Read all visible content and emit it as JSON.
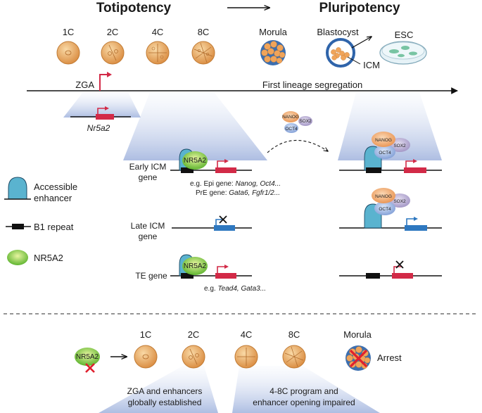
{
  "header": {
    "left": "Totipotency",
    "right": "Pluripotency"
  },
  "stages": {
    "c1": "1C",
    "c2": "2C",
    "c4": "4C",
    "c8": "8C",
    "morula": "Morula",
    "blastocyst": "Blastocyst",
    "esc": "ESC",
    "icm": "ICM"
  },
  "timeline": {
    "zga": "ZGA",
    "segregation": "First lineage segregation",
    "gene": "Nr5a2"
  },
  "legend": {
    "enhancer": "Accessible enhancer",
    "enhancer_l1": "Accessible",
    "enhancer_l2": "enhancer",
    "b1": "B1 repeat",
    "nr5a2": "NR5A2"
  },
  "proteins": {
    "nr5a2": "NR5A2",
    "nanog": "NANOG",
    "sox2": "SOX2",
    "oct4": "OCT4"
  },
  "genes": {
    "early_l1": "Early ICM",
    "early_l2": "gene",
    "late_l1": "Late ICM",
    "late_l2": "gene",
    "te": "TE gene",
    "epi_prefix": "e.g. Epi gene: ",
    "epi_genes": "Nanog, Oct4...",
    "pre_prefix": "PrE gene: ",
    "pre_genes": "Gata6, Fgfr1/2...",
    "te_prefix": "e.g. ",
    "te_genes": "Tead4, Gata3..."
  },
  "bottom": {
    "c1": "1C",
    "c2": "2C",
    "c4": "4C",
    "c8": "8C",
    "morula": "Morula",
    "arrest": "Arrest",
    "zga_l1": "ZGA and enhancers",
    "zga_l2": "globally established",
    "imp_l1": "4-8C program and",
    "imp_l2": "enhancer opening impaired"
  },
  "colors": {
    "embryo": "#e9a764",
    "enhancer": "#5ab3cf",
    "red_gene": "#d22a47",
    "blue_gene": "#2e78c0",
    "nr5a2": "#7dc63f",
    "nanog": "#f0a76e",
    "oct4": "#8ea8d9",
    "sox2": "#b0a4cc"
  }
}
